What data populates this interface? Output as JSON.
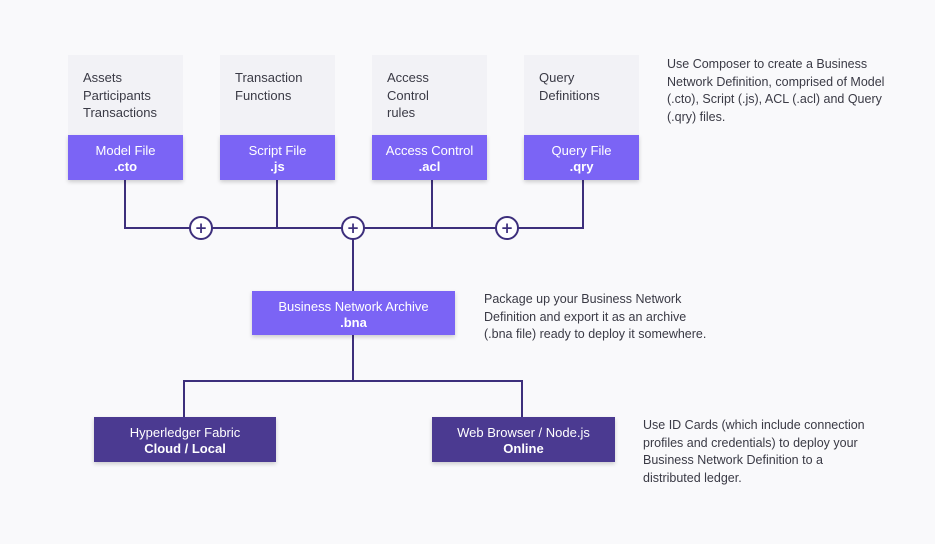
{
  "colors": {
    "line": "#3d2f7c",
    "card_bg": "#f2f2f6",
    "box_light": "#7b64f5",
    "box_dark": "#4b3a91",
    "text": "#3a3a45"
  },
  "cards": [
    {
      "lines": [
        "Assets",
        "Participants",
        "Transactions"
      ]
    },
    {
      "lines": [
        "Transaction",
        "Functions"
      ]
    },
    {
      "lines": [
        "Access",
        "Control",
        "rules"
      ]
    },
    {
      "lines": [
        "Query",
        "Definitions"
      ]
    }
  ],
  "files": [
    {
      "title": "Model File",
      "ext": ".cto"
    },
    {
      "title": "Script File",
      "ext": ".js"
    },
    {
      "title": "Access Control",
      "ext": ".acl"
    },
    {
      "title": "Query File",
      "ext": ".qry"
    }
  ],
  "archive": {
    "title": "Business Network Archive",
    "ext": ".bna"
  },
  "targets": [
    {
      "title": "Hyperledger Fabric",
      "sub": "Cloud / Local"
    },
    {
      "title": "Web Browser / Node.js",
      "sub": "Online"
    }
  ],
  "notes": {
    "compose": [
      "Use Composer to create a Business",
      "Network Definition, comprised of Model",
      "(.cto), Script (.js), ACL (.acl) and Query",
      "(.qry) files."
    ],
    "package": [
      "Package up your Business Network",
      "Definition and export it as an archive",
      "(.bna file) ready to deploy it somewhere."
    ],
    "deploy": [
      "Use ID Cards (which include connection",
      "profiles and credentials) to deploy your",
      "Business Network Definition to a",
      "distributed ledger."
    ]
  },
  "plus_symbol": "+"
}
